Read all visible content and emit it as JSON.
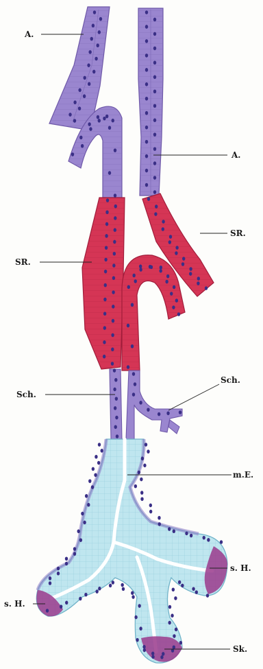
{
  "labels": {
    "a_top": "A.",
    "a_right": "A.",
    "sr_right": "SR.",
    "sr_left": "SR.",
    "sch_left": "Sch.",
    "sch_right": "Sch.",
    "me": "m.E.",
    "sh_left": "s. H.",
    "sh_right": "s. H.",
    "sk": "Sk."
  },
  "colors": {
    "violet": "#9a86cf",
    "violet_dark": "#6e58a8",
    "crimson": "#d53555",
    "crimson_dark": "#a01c3a",
    "cyan": "#bfe6ef",
    "cyan_dark": "#6fb2c8",
    "nucleus": "#3a2f86",
    "magenta": "#9a3a8c"
  }
}
